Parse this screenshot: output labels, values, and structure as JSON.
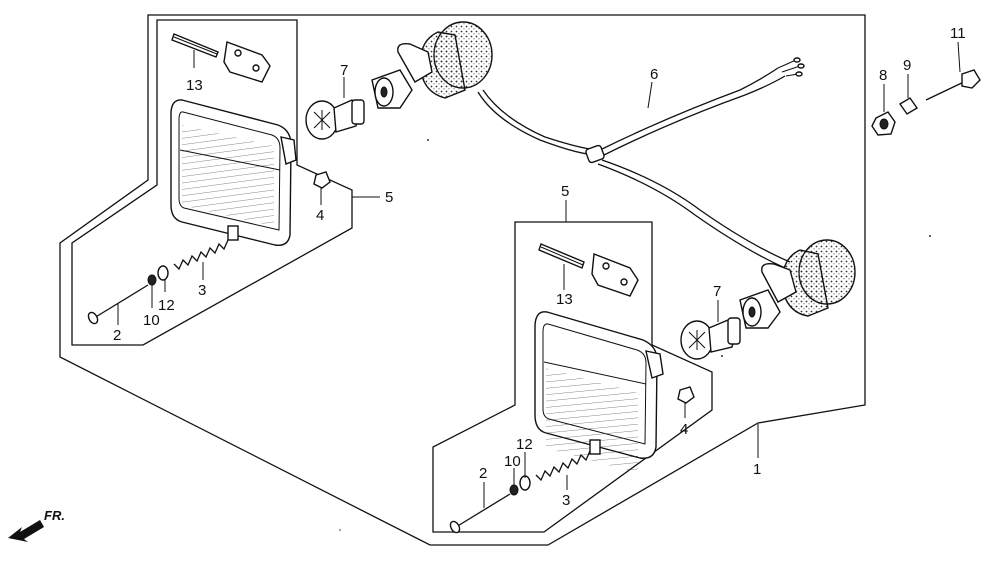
{
  "diagram": {
    "front_label": "FR.",
    "labels": {
      "p1": "1",
      "p2a": "2",
      "p3a": "3",
      "p4a": "4",
      "p5a": "5",
      "p7a": "7",
      "p10a": "10",
      "p12a": "12",
      "p13a": "13",
      "p2b": "2",
      "p3b": "3",
      "p4b": "4",
      "p5b": "5",
      "p7b": "7",
      "p10b": "10",
      "p12b": "12",
      "p13b": "13",
      "p6": "6",
      "p8": "8",
      "p9": "9",
      "p11": "11"
    }
  }
}
